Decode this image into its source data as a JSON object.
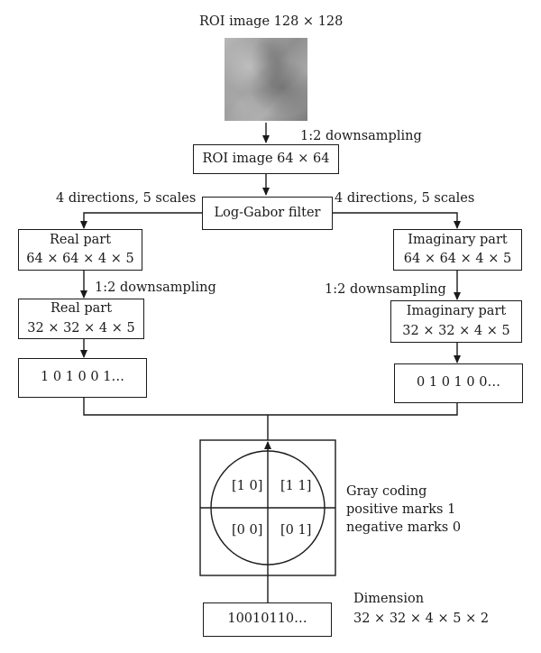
{
  "roi_input": {
    "label": "ROI image 128 × 128",
    "image_name": "roi-grayscale-texture"
  },
  "step1": {
    "label": "1:2 downsampling"
  },
  "roi_small": {
    "label": "ROI image 64 × 64"
  },
  "filter": {
    "label": "Log-Gabor filter",
    "left_label": "4 directions, 5 scales",
    "right_label": "4 directions, 5 scales"
  },
  "real": {
    "title": "Real part",
    "dims": "64 × 64 × 4 × 5",
    "downsampling": "1:2 downsampling",
    "title2": "Real part",
    "dims2": "32 × 32 × 4 × 5",
    "bits": "1 0 1 0 0 1…"
  },
  "imag": {
    "title": "Imaginary part",
    "dims": "64 × 64 × 4 × 5",
    "downsampling": "1:2 downsampling",
    "title2": "Imaginary part",
    "dims2": "32 × 32 × 4 × 5",
    "bits": "0 1 0 1 0 0…"
  },
  "gray": {
    "q_tl": "[1 0]",
    "q_tr": "[1 1]",
    "q_bl": "[0 0]",
    "q_br": "[0 1]",
    "line1": "Gray coding",
    "line2": "positive marks 1",
    "line3": "negative marks 0"
  },
  "output": {
    "bits": "10010110…",
    "dim_label": "Dimension",
    "dim_value": "32 × 32 × 4 × 5 × 2"
  },
  "colors": {
    "stroke": "#1a1a1a",
    "background": "#ffffff"
  }
}
